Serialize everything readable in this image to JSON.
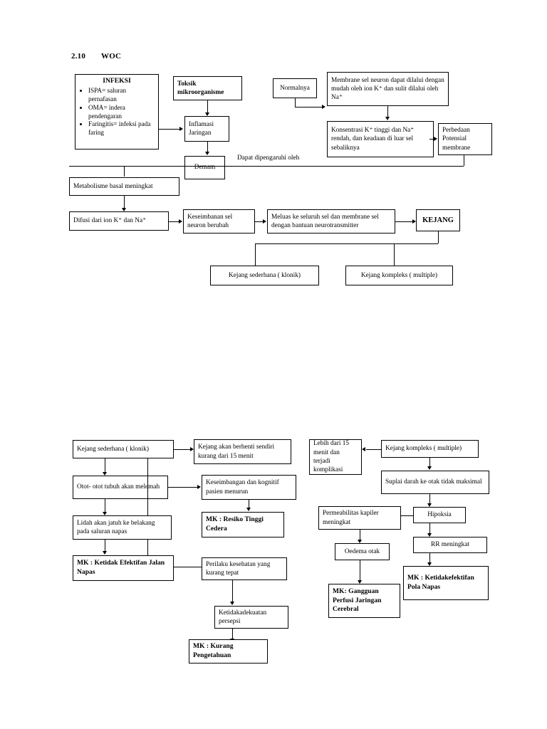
{
  "document": {
    "section_number": "2.10",
    "section_title": "WOC"
  },
  "top_chart": {
    "infeksi": {
      "title": "INFEKSI",
      "items": [
        "ISPA= saluran pernafasan",
        "OMA= indera pendengaran",
        "Faringitis= infeksi pada faring"
      ]
    },
    "toksik": "Toksik mikroorganisme",
    "inflamasi": "Inflamasi Jaringan",
    "demam": "Demam",
    "dapat_dipengaruhi": "Dapat dipengaruhi oleh",
    "normalnya": "Normalnya",
    "membrane_sel": "Membrane sel neuron dapat dilalui dengan mudah oleh ion K⁺ dan sulit dilalui oleh Na⁺",
    "konsentrasi": "Konsentrasi K⁺ tinggi dan Na⁺ rendah, dan keadaan di luar sel sebaliknya",
    "perbedaan": "Perbedaan Potensial membrane",
    "metabolisme": "Metabolisme basal meningkat",
    "difusi": "Difusi dari ion K⁺ dan Na⁺",
    "keseimbanan": "Keseimbanan sel neuron berubah",
    "meluas": "Meluas ke seluruh sel dan membrane sel dengan bantuan neurotransmitter",
    "kejang": "KEJANG",
    "kejang_sederhana": "Kejang sederhana ( klonik)",
    "kejang_kompleks": "Kejang kompleks ( multiple)"
  },
  "bottom_chart": {
    "kejang_sederhana": "Kejang sederhana ( klonik)",
    "berhenti_sendiri": "Kejang akan berhenti sendiri kurang dari 15 menit",
    "otot_melemah": "Otot- otot tubuh akan melemah",
    "keseimbangan_kognitif": "Keseimbangan dan kognitif pasien menurun",
    "mk_resiko": "MK : Resiko Tinggi Cedera",
    "lidah": "Lidah akan jatuh ke belakang pada saluran napas",
    "mk_jalan_napas": "MK : Ketidak Efektifan Jalan Napas",
    "perilaku": "Perilaku kesehatan yang kurang tepat",
    "ketidakadekuatan": "Ketidakadekuatan persepsi",
    "mk_kurang": "MK : Kurang Pengetahuan",
    "lebih_15": "Lebih dari 15 menit dan terjadi komplikasi",
    "kejang_kompleks": "Kejang kompleks ( multiple)",
    "suplai": "Suplai darah ke otak tidak maksimal",
    "permeabilitas": "Permeabilitas kapiler meningkat",
    "hipoksia": "Hipoksia",
    "oedema": "Oedema otak",
    "rr": "RR meningkat",
    "mk_perfusi": "MK: Gangguan Perfusi Jaringan Cerebral",
    "mk_pola_napas": "MK : Ketidakefektifan Pola Napas"
  },
  "colors": {
    "line": "#000000",
    "background": "#ffffff"
  }
}
